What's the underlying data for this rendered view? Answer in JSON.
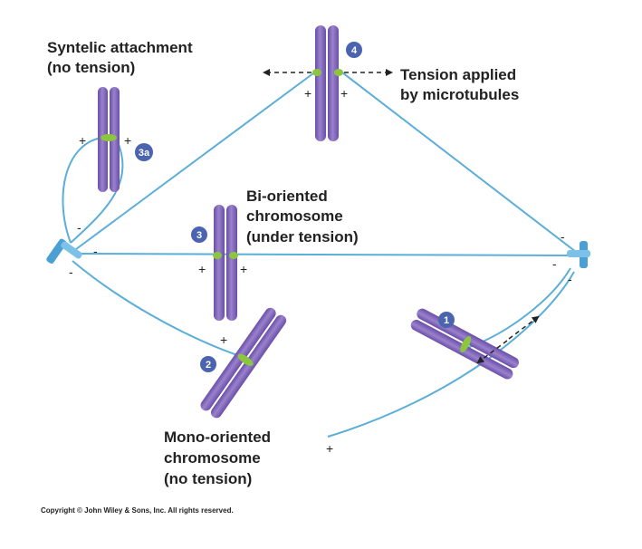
{
  "labels": {
    "syntelic_line1": "Syntelic attachment",
    "syntelic_line2": "(no tension)",
    "tension_line1": "Tension applied",
    "tension_line2": "by microtubules",
    "bioriented_line1": "Bi-oriented",
    "bioriented_line2": "chromosome",
    "bioriented_line3": "(under tension)",
    "mono_line1": "Mono-oriented",
    "mono_line2": "chromosome",
    "mono_line3": "(no tension)"
  },
  "steps": {
    "step1": "1",
    "step2": "2",
    "step3": "3",
    "step3a": "3a",
    "step4": "4"
  },
  "signs": {
    "plus": "+",
    "minus": "-"
  },
  "copyright": "Copyright © John Wiley & Sons, Inc. All rights reserved.",
  "colors": {
    "microtubule": "#5aaed8",
    "pole": "#4a9fd4",
    "chromatid": "#8468b8",
    "kinetochore": "#8cc63f",
    "badge": "#4b64b0"
  }
}
